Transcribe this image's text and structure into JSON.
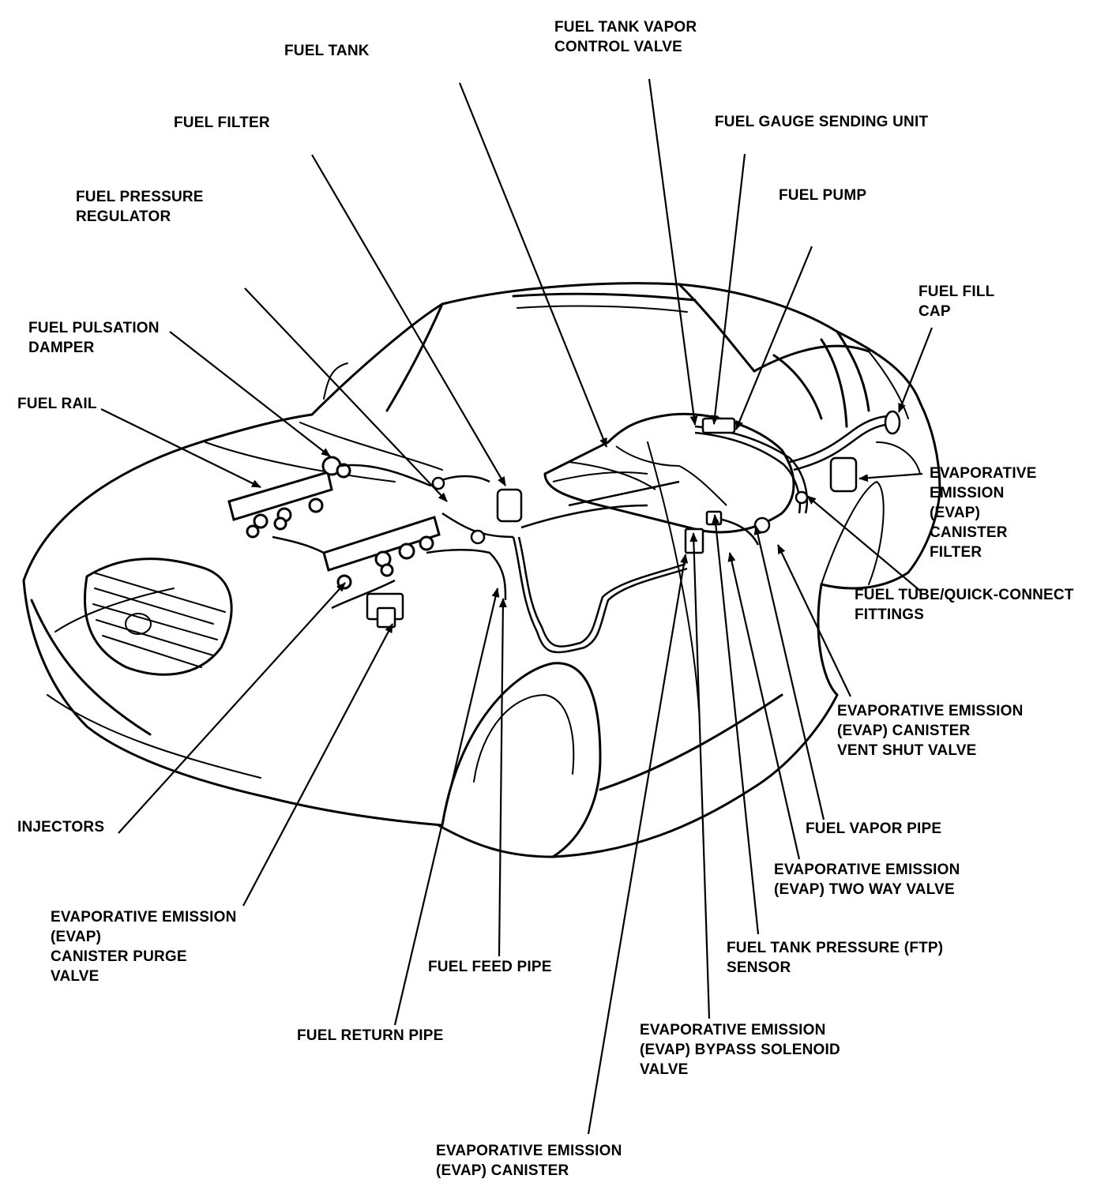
{
  "colors": {
    "ink": "#000000",
    "paper": "#ffffff"
  },
  "labels": {
    "fuel_tank": [
      "FUEL TANK"
    ],
    "fuel_tank_vapor_control_valve": [
      "FUEL TANK VAPOR",
      "CONTROL VALVE"
    ],
    "fuel_filter": [
      "FUEL FILTER"
    ],
    "fuel_gauge_sending_unit": [
      "FUEL GAUGE SENDING UNIT"
    ],
    "fuel_pressure_regulator": [
      "FUEL PRESSURE",
      "REGULATOR"
    ],
    "fuel_pump": [
      "FUEL PUMP"
    ],
    "fuel_fill_cap": [
      "FUEL FILL",
      "CAP"
    ],
    "fuel_pulsation_damper": [
      "FUEL PULSATION",
      "DAMPER"
    ],
    "fuel_rail": [
      "FUEL RAIL"
    ],
    "evap_canister_filter": [
      "EVAPORATIVE",
      "EMISSION",
      "(EVAP)",
      "CANISTER",
      "FILTER"
    ],
    "fuel_tube_quick_connect": [
      "FUEL TUBE/QUICK-CONNECT",
      "FITTINGS"
    ],
    "evap_canister_vent_shut_valve": [
      "EVAPORATIVE EMISSION",
      "(EVAP) CANISTER",
      "VENT SHUT VALVE"
    ],
    "injectors": [
      "INJECTORS"
    ],
    "fuel_vapor_pipe": [
      "FUEL VAPOR PIPE"
    ],
    "evap_two_way_valve": [
      "EVAPORATIVE EMISSION",
      "(EVAP) TWO WAY VALVE"
    ],
    "evap_canister_purge_valve": [
      "EVAPORATIVE EMISSION",
      "(EVAP)",
      "CANISTER PURGE",
      "VALVE"
    ],
    "ftp_sensor": [
      "FUEL TANK PRESSURE (FTP)",
      "SENSOR"
    ],
    "fuel_feed_pipe": [
      "FUEL FEED PIPE"
    ],
    "fuel_return_pipe": [
      "FUEL RETURN PIPE"
    ],
    "evap_bypass_solenoid_valve": [
      "EVAPORATIVE EMISSION",
      "(EVAP) BYPASS SOLENOID",
      "VALVE"
    ],
    "evap_canister": [
      "EVAPORATIVE EMISSION",
      "(EVAP) CANISTER"
    ]
  }
}
